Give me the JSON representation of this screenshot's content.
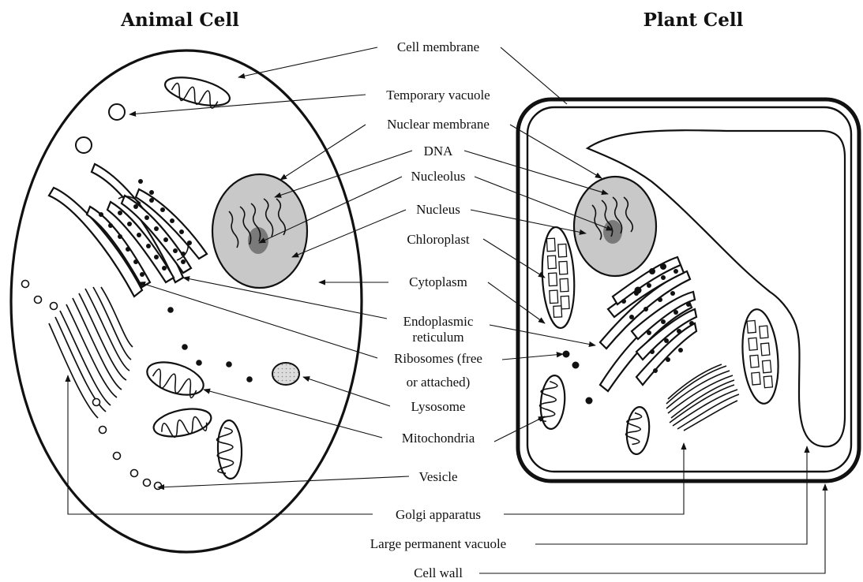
{
  "titles": {
    "animal": "Animal Cell",
    "plant": "Plant Cell"
  },
  "labels": {
    "cell_membrane": "Cell membrane",
    "temporary_vacuole": "Temporary vacuole",
    "nuclear_membrane": "Nuclear membrane",
    "dna": "DNA",
    "nucleolus": "Nucleolus",
    "nucleus": "Nucleus",
    "chloroplast": "Chloroplast",
    "cytoplasm": "Cytoplasm",
    "endoplasmic_reticulum": [
      "Endoplasmic",
      "reticulum"
    ],
    "ribosomes": [
      "Ribosomes (free",
      "or attached)"
    ],
    "lysosome": "Lysosome",
    "mitochondria": "Mitochondria",
    "vesicle": "Vesicle",
    "golgi_apparatus": "Golgi apparatus",
    "large_permanent_vacuole": "Large permanent vacuole",
    "cell_wall": "Cell wall"
  },
  "colors": {
    "nucleus_fill": "#c8c8c8",
    "nucleolus_fill": "#7a7a7a",
    "lysosome_fill": "#d9d9d9",
    "line": "#111111"
  }
}
